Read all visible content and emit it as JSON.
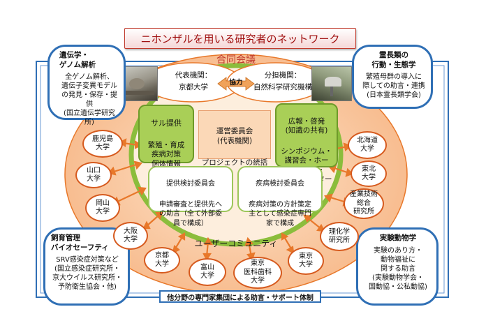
{
  "title": "ニホンザルを用いる研究者のネットワーク",
  "joint_meeting": "合同会議",
  "user_community": "ユーザーコミュニティ",
  "cooperation": "協力",
  "bottom_banner": "他分野の専門家集団による助言・サポート体制",
  "lead_institution": {
    "label": "代表機関：",
    "name": "京都大学"
  },
  "partner_institution": {
    "label": "分担機関：",
    "name": "自然科学研究機構"
  },
  "monkey_supply": {
    "title": "サル提供",
    "body": "繁殖・育成\n疾病対策\n個体情報"
  },
  "outreach": {
    "title": "広報・啓発\n(知識の共有)",
    "body": "シンポジウム・\n講習会・ホー\nムページ・\nニュースレター"
  },
  "steering": {
    "title": "運営委員会\n(代表機関)",
    "body": "プロジェクトの統括"
  },
  "supply_committee": {
    "title": "提供検討委員会",
    "body": "申請審査と提供先へ\nの助言（全て外部委\n員で構成）"
  },
  "disease_committee": {
    "title": "疾病検討委員会",
    "body": "疾病対策の方針策定\n主として感染症専門\n家で構成"
  },
  "corners": {
    "genome": {
      "heading": "遺伝学・\nゲノム解析",
      "body": "全ゲノム解析、\n遺伝子変異モデル\nの発見・保存・提供\n(国立遺伝学研究所)"
    },
    "primate": {
      "heading": "霊長類の\n行動・生態学",
      "body": "繁殖母群の導入に\n際しての助言・連携\n(日本霊長類学会)"
    },
    "breeding": {
      "heading": "飼育管理\nバイオセーフティ",
      "body": "SRV感染症対策など\n(国立感染症研究所・\n京大ウイルス研究所・\n予防衛生協会・他)"
    },
    "lab_animal": {
      "heading": "実験動物学",
      "body": "実験のあり方・\n動物福祉に\n関する助言\n(実験動物学会・\n国動協・公私動協)"
    }
  },
  "universities": {
    "kagoshima": "鹿児島\n大学",
    "yamaguchi": "山口\n大学",
    "okayama": "岡山\n大学",
    "osaka": "大阪\n大学",
    "kyoto": "京都\n大学",
    "toyama": "富山\n大学",
    "tmdu": "東京\n医科歯科\n大学",
    "tokyo": "東京\n大学",
    "riken": "理化学\n研究所",
    "aist": "産業技術\n総合\n研究所",
    "tohoku": "東北\n大学",
    "hokkaido": "北海道\n大学"
  },
  "colors": {
    "blue": "#2f6fb5",
    "orange": "#e8782a",
    "green": "#a9cf57",
    "peach": "#fbd8b7",
    "red": "#c0392b"
  }
}
